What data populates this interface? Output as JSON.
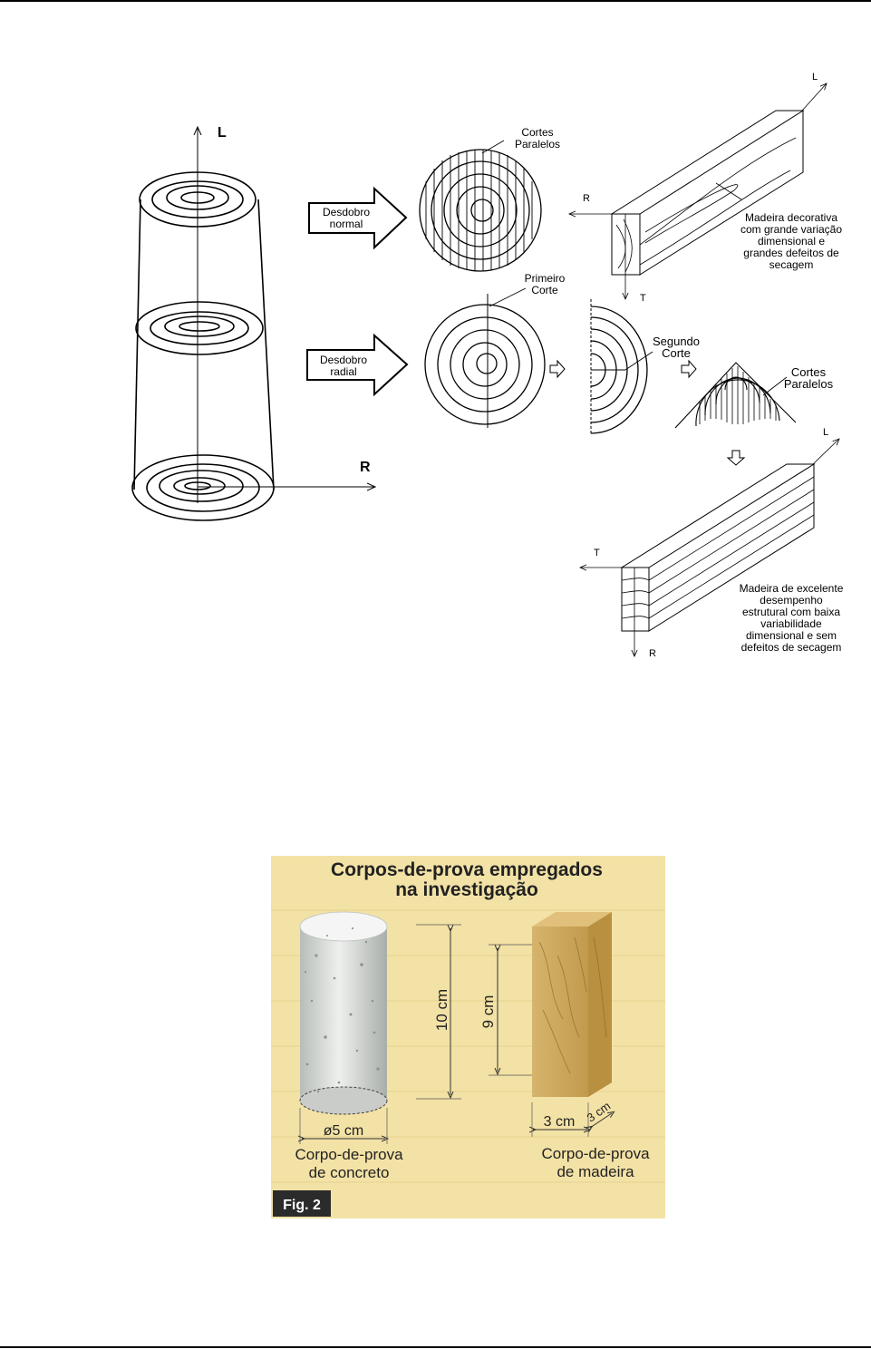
{
  "diagram": {
    "axis_L": "L",
    "axis_R": "R",
    "arrow_normal": [
      "Desdobro",
      "normal"
    ],
    "arrow_radial": [
      "Desdobro",
      "radial"
    ],
    "cortes_paralelos_top": [
      "Cortes",
      "Paralelos"
    ],
    "primeiro_corte": [
      "Primeiro",
      "Corte"
    ],
    "segundo_corte": [
      "Segundo",
      "Corte"
    ],
    "cortes_paralelos_mid": [
      "Cortes",
      "Paralelos"
    ],
    "board1_axes": {
      "l": "L",
      "r": "R",
      "t": "T"
    },
    "board1_caption": [
      "Madeira decorativa",
      "com grande variação",
      "dimensional e",
      "grandes defeitos de",
      "secagem"
    ],
    "board2_axes": {
      "l": "L",
      "t": "T",
      "r": "R"
    },
    "board2_caption": [
      "Madeira de excelente",
      "desempenho",
      "estrutural com baixa",
      "variabilidade",
      "dimensional e sem",
      "defeitos de secagem"
    ]
  },
  "figure": {
    "title_line1": "Corpos-de-prova empregados",
    "title_line2": "na investigação",
    "dim_10": "10 cm",
    "dim_9": "9 cm",
    "dim_diam": "ø5 cm",
    "dim_3a": "3 cm",
    "dim_3b": "3 cm",
    "caption_concrete": [
      "Corpo-de-prova",
      "de concreto"
    ],
    "caption_wood": [
      "Corpo-de-prova",
      "de madeira"
    ],
    "badge": "Fig. 2",
    "colors": {
      "background": "#f3e2a6",
      "badge": "#2b2b2b",
      "wood": "#d2ad62",
      "concrete": "#dcdfdc"
    }
  }
}
